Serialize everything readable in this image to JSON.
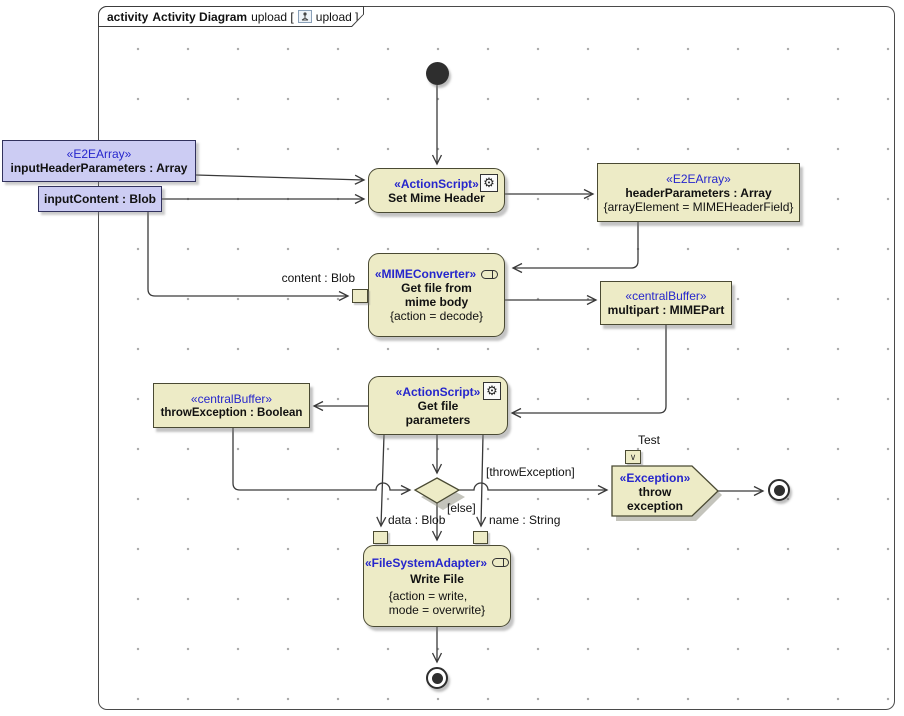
{
  "frame_header": {
    "keyword": "activity",
    "title": "Activity Diagram",
    "pre_bracket": "upload [",
    "post_bracket": "upload ]"
  },
  "nodes": {
    "input_header_parameters": {
      "stereotype": "«E2EArray»",
      "name": "inputHeaderParameters : Array"
    },
    "input_content": {
      "name": "inputContent : Blob"
    },
    "set_mime_header": {
      "stereotype": "«ActionScript»",
      "name": "Set Mime Header"
    },
    "header_parameters": {
      "stereotype": "«E2EArray»",
      "name": "headerParameters : Array",
      "tagged_values": "{arrayElement = MIMEHeaderField}"
    },
    "get_file_from_mime_body": {
      "stereotype": "«MIMEConverter»",
      "name": "Get file from\nmime body",
      "tagged_values": "{action = decode}"
    },
    "multipart": {
      "stereotype": "«centralBuffer»",
      "name": "multipart : MIMEPart"
    },
    "get_file_parameters": {
      "stereotype": "«ActionScript»",
      "name": "Get file\nparameters"
    },
    "throw_exception_buffer": {
      "stereotype": "«centralBuffer»",
      "name": "throwException : Boolean"
    },
    "throw_exception": {
      "stereotype": "«Exception»",
      "name": "throw\nexception"
    },
    "write_file": {
      "stereotype": "«FileSystemAdapter»",
      "name": "Write File",
      "tagged_values": "{action = write,\nmode = overwrite}"
    }
  },
  "edge_labels": {
    "content": "content : Blob",
    "data": "data : Blob",
    "name": "name : String",
    "else_guard": "[else]",
    "throw_guard": "[throwException]",
    "test_pin": "Test"
  },
  "icons": {
    "gear_glyph": "⚙",
    "value_pin_glyph": "∨"
  },
  "colors": {
    "node_fill": "#edebc6",
    "object_fill": "#ccccf3",
    "stereotype_text": "#2626cc",
    "edge": "#3a3a3a"
  }
}
